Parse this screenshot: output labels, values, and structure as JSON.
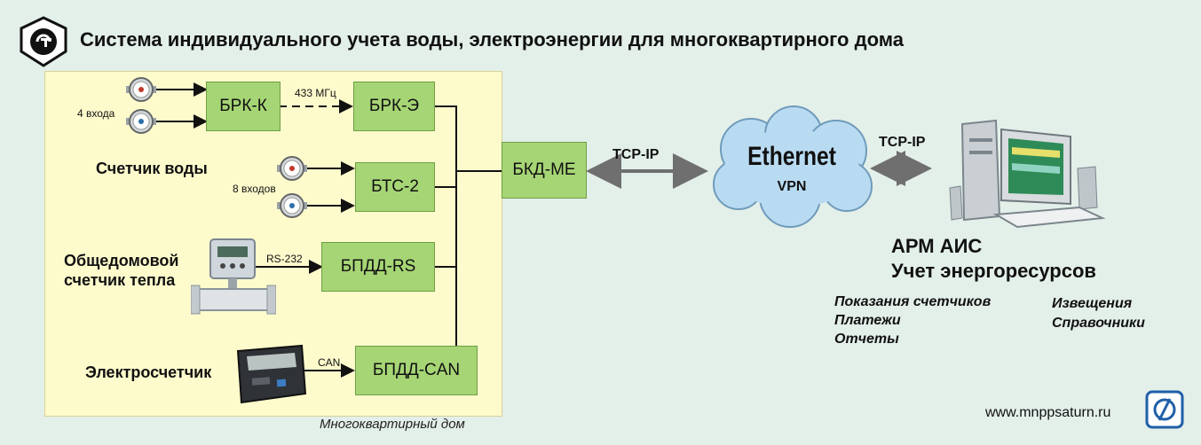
{
  "title": "Система индивидуального учета воды, электроэнергии для многоквартирного дома",
  "house_caption": "Многоквартирный дом",
  "blocks": {
    "brk_k": "БРК-К",
    "brk_e": "БРК-Э",
    "bts2": "БТС-2",
    "bpdd_rs": "БПДД-RS",
    "bpdd_can": "БПДД-CAN",
    "bkd_me": "БКД-МЕ"
  },
  "labels": {
    "inputs4": "4 входа",
    "freq": "433 МГц",
    "water_meter": "Счетчик воды",
    "inputs8": "8 входов",
    "heat_meter_1": "Общедомовой",
    "heat_meter_2": "счетчик тепла",
    "rs232": "RS-232",
    "electric_meter": "Электросчетчик",
    "can": "CAN"
  },
  "network": {
    "tcpip_left": "TCP-IP",
    "tcpip_right": "TCP-IP",
    "cloud_main": "Ethernet",
    "cloud_sub": "VPN"
  },
  "workstation": {
    "line1": "АРМ АИС",
    "line2": "Учет энергоресурсов",
    "features_col1": [
      "Показания счетчиков",
      "Платежи",
      "Отчеты"
    ],
    "features_col2": [
      "Извещения",
      "Справочники"
    ]
  },
  "website": "www.mnppsaturn.ru",
  "colors": {
    "background": "#e3efe9",
    "house_area": "#fdfbcc",
    "block_fill": "#a6d575",
    "cloud_fill": "#b9dbf2",
    "arrow_gray": "#6f6f6f"
  }
}
